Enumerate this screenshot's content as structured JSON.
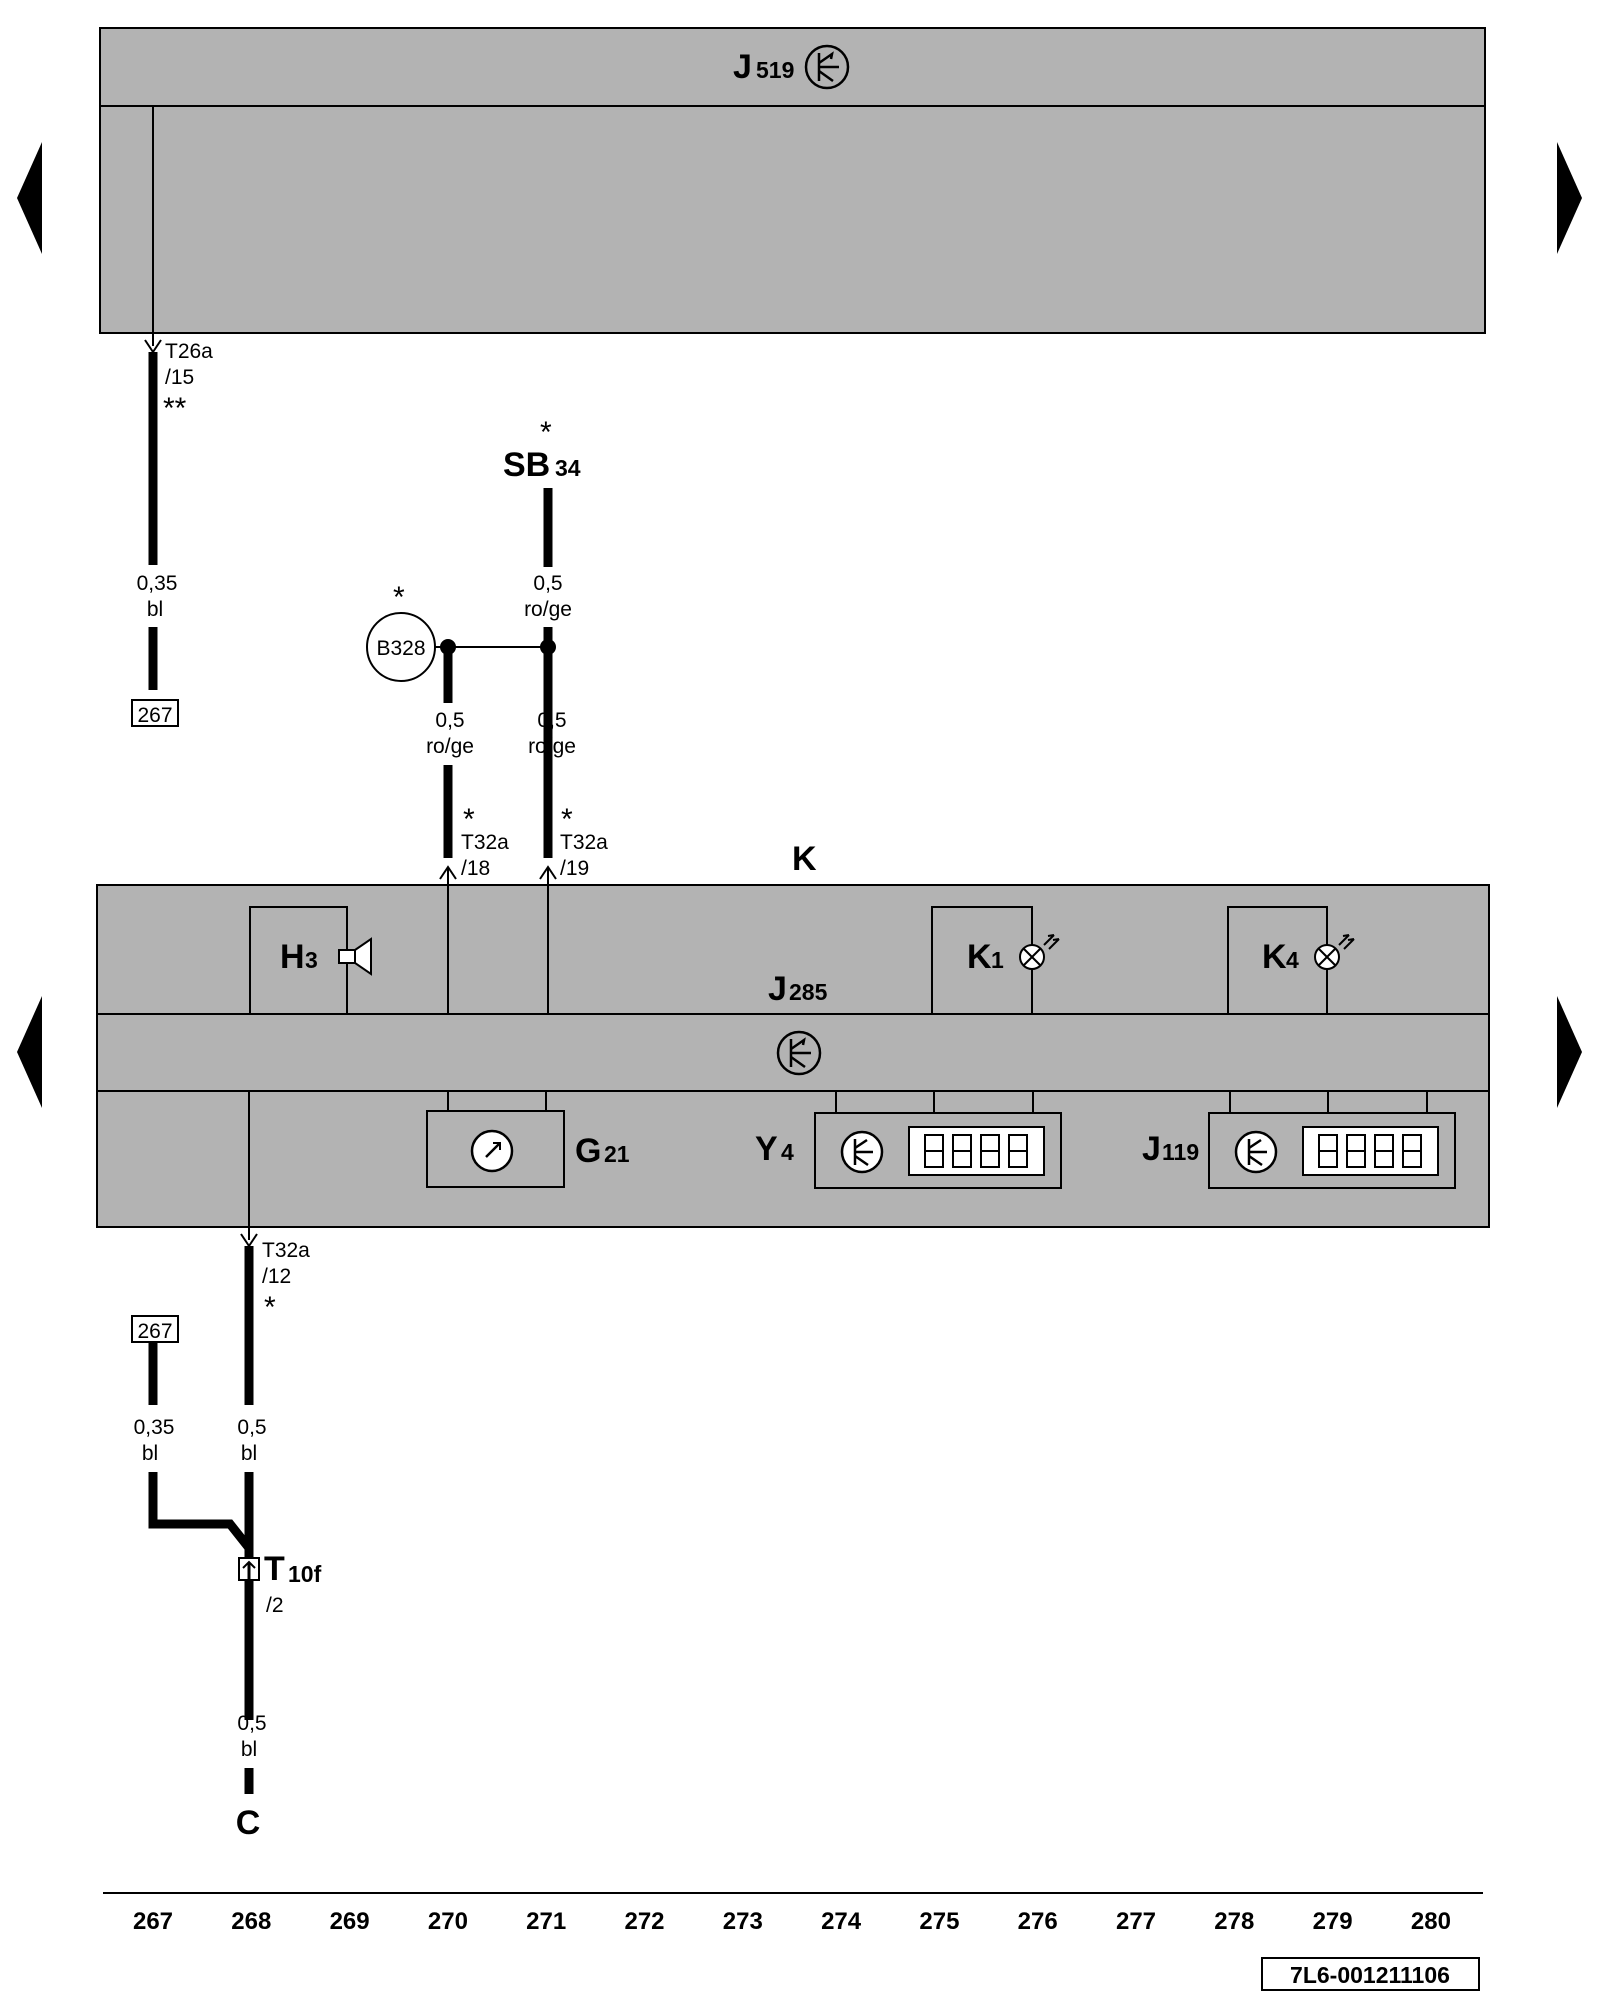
{
  "colors": {
    "module_fill": "#b3b3b3",
    "line": "#000000",
    "background": "#ffffff"
  },
  "nav": {
    "left_arrow_icon": "triangle-left-icon",
    "right_arrow_icon": "triangle-right-icon"
  },
  "modules": {
    "j519": {
      "letter": "J",
      "sub": "519",
      "icon": "control-unit-icon"
    },
    "k": {
      "label": "K"
    },
    "j285": {
      "letter": "J",
      "sub": "285",
      "icon": "control-unit-icon"
    },
    "h3": {
      "letter": "H",
      "sub": "3",
      "icon": "buzzer-icon"
    },
    "k1": {
      "letter": "K",
      "sub": "1",
      "icon": "warning-lamp-icon"
    },
    "k4": {
      "letter": "K",
      "sub": "4",
      "icon": "warning-lamp-icon"
    },
    "g21": {
      "letter": "G",
      "sub": "21",
      "icon": "gauge-icon"
    },
    "y4": {
      "letter": "Y",
      "sub": "4",
      "icon": "digital-display-icon"
    },
    "j119": {
      "letter": "J",
      "sub": "119",
      "icon": "digital-display-icon"
    }
  },
  "connectors": {
    "t26a_15": {
      "name": "T26a",
      "pin": "/15",
      "mark": "**"
    },
    "t32a_18": {
      "name": "T32a",
      "pin": "/18",
      "mark": "*"
    },
    "t32a_19": {
      "name": "T32a",
      "pin": "/19",
      "mark": "*"
    },
    "t32a_12": {
      "name": "T32a",
      "pin": "/12",
      "mark": "*"
    },
    "t10f_2": {
      "letter": "T",
      "sub": "10f",
      "pin": "/2"
    }
  },
  "fuse": {
    "letter": "SB",
    "sub": "34",
    "mark": "*"
  },
  "b328": {
    "label": "B328",
    "mark": "*"
  },
  "wires": {
    "w1": {
      "size": "0,35",
      "color": "bl"
    },
    "w2": {
      "size": "0,5",
      "color": "ro/ge"
    },
    "w3": {
      "size": "0,5",
      "color": "ro/ge"
    },
    "w4": {
      "size": "0,5",
      "color": "ro/ge"
    },
    "w5": {
      "size": "0,35",
      "color": "bl"
    },
    "w6": {
      "size": "0,5",
      "color": "bl"
    },
    "w7": {
      "size": "0,5",
      "color": "bl"
    }
  },
  "refs": {
    "top": "267",
    "bottom": "267"
  },
  "continuation": {
    "label": "C"
  },
  "columns": [
    "267",
    "268",
    "269",
    "270",
    "271",
    "272",
    "273",
    "274",
    "275",
    "276",
    "277",
    "278",
    "279",
    "280"
  ],
  "doc_id": "7L6-001211106"
}
